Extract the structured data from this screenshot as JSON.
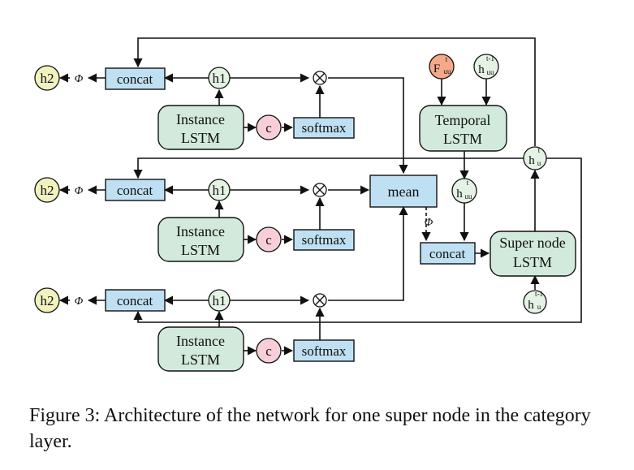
{
  "labels": {
    "concat": "concat",
    "softmax": "softmax",
    "mean": "mean",
    "instance_lstm_line1": "Instance",
    "instance_lstm_line2": "LSTM",
    "temporal_lstm_line1": "Temporal",
    "temporal_lstm_line2": "LSTM",
    "super_node_lstm_line1": "Super node",
    "super_node_lstm_line2": "LSTM",
    "h1": "h1",
    "h2": "h2",
    "c": "c",
    "phi": "Φ",
    "otimes": "⊗",
    "h_base": "h",
    "h_uu_sub": "uu",
    "h_u_sub": "u",
    "F_base": "F",
    "F_sub": "uu",
    "sup_t": "t",
    "sup_t_minus_1": "t-1"
  },
  "colors": {
    "box_blue": "#bfe0f2",
    "lstm_green": "#d2eadc",
    "node_green": "#e4f3e3",
    "node_yellow": "#f2f2c0",
    "node_pink": "#f8cfd8",
    "node_orange": "#f6a98a"
  },
  "caption": "Figure 3: Architecture of the network for one super node in the category layer."
}
